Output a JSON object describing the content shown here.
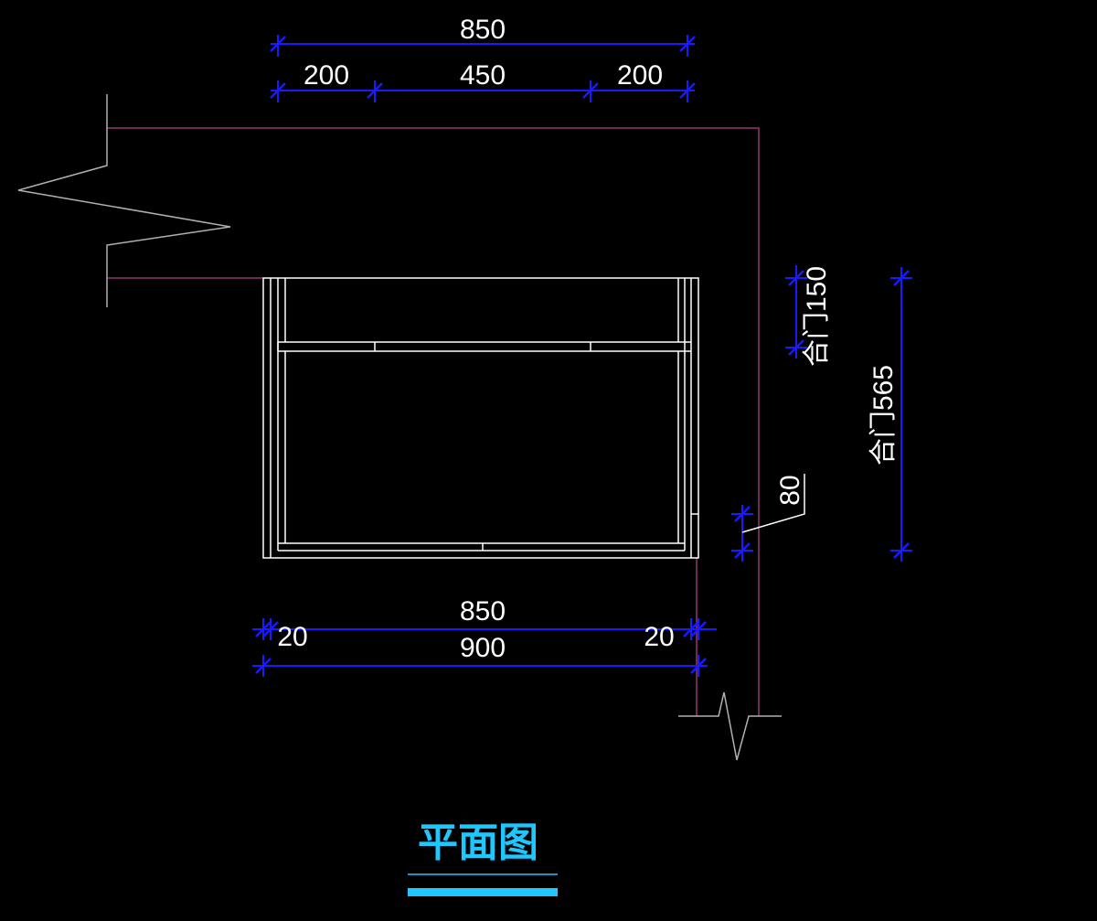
{
  "colors": {
    "background": "#000000",
    "outline": "#ffffff",
    "wall": "#6e2a52",
    "dimension": "#1a1aff",
    "dimension_text": "#ffffff",
    "title": "#1ec8ff"
  },
  "top_dimensions": {
    "overall": "850",
    "segments": [
      "200",
      "450",
      "200"
    ]
  },
  "bottom_dimensions": {
    "inner": "850",
    "left_offset": "20",
    "right_offset": "20",
    "overall": "900"
  },
  "side_dimensions": {
    "small": "80",
    "closed_door_upper": "合门150",
    "closed_door_total": "合门565"
  },
  "title": "平面图"
}
